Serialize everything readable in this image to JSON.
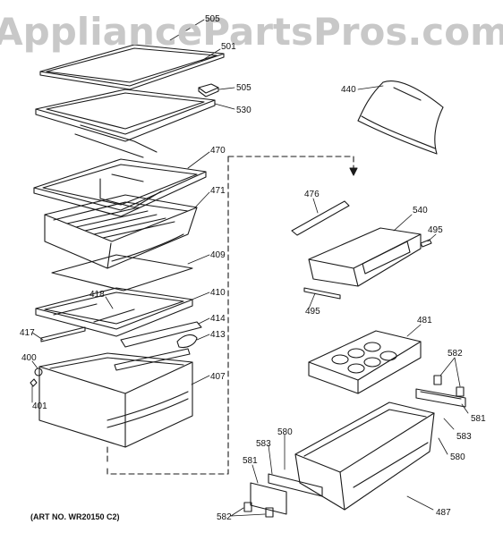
{
  "watermark": {
    "text": "AppliancePartsPros.com",
    "color": "#c8c8c8"
  },
  "art_number": "(ART NO. WR20150 C2)",
  "line_color": "#1a1a1a",
  "parts": {
    "p505_top": "505",
    "p501": "501",
    "p505": "505",
    "p530": "530",
    "p440": "440",
    "p470": "470",
    "p471": "471",
    "p476": "476",
    "p540": "540",
    "p495_right": "495",
    "p495_left": "495",
    "p409": "409",
    "p418": "418",
    "p410": "410",
    "p414": "414",
    "p413": "413",
    "p417": "417",
    "p400": "400",
    "p401": "401",
    "p407": "407",
    "p481": "481",
    "p582_top": "582",
    "p581_right": "581",
    "p583_right": "583",
    "p580_right": "580",
    "p583_left": "583",
    "p580_left": "580",
    "p581_left": "581",
    "p582_bottom": "582",
    "p487": "487"
  }
}
